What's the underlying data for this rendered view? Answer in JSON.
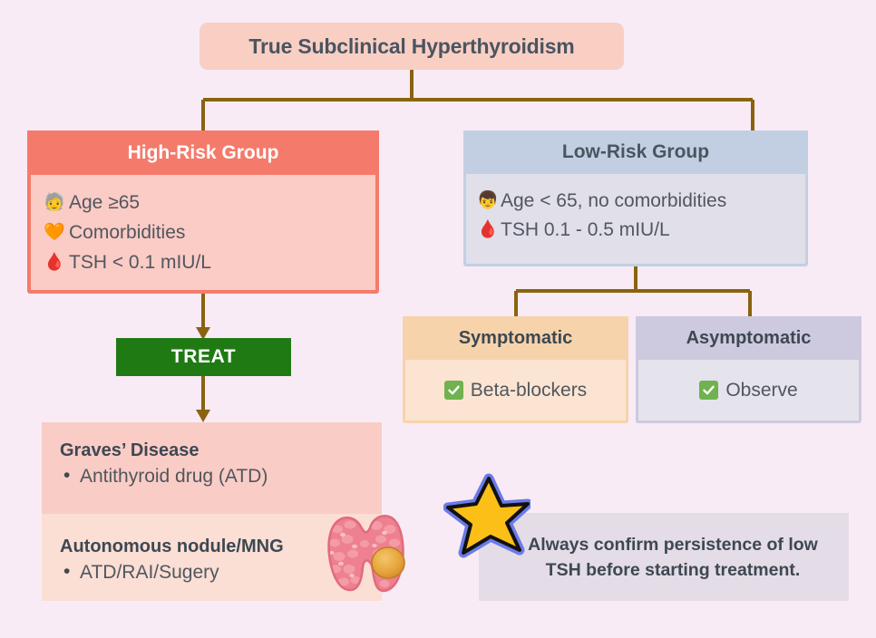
{
  "theme": {
    "background": "#F8EBF5",
    "connector": "#8A6310",
    "text_dark": "#3D4852",
    "text_body": "#50575E"
  },
  "root": {
    "title": "True Subclinical Hyperthyroidism",
    "fill": "#F9CFC4"
  },
  "high_risk": {
    "header": "High-Risk Group",
    "header_fill": "#F47B6B",
    "body_fill": "#FBCBC5",
    "items": [
      {
        "icon": "older-person-emoji",
        "glyph": "🧓",
        "text": "Age ≥65"
      },
      {
        "icon": "orange-heart-emoji",
        "glyph": "🧡",
        "text": "Comorbidities"
      },
      {
        "icon": "blood-drop-emoji",
        "glyph": "🩸",
        "text": "TSH < 0.1 mIU/L"
      }
    ]
  },
  "low_risk": {
    "header": "Low-Risk Group",
    "header_fill": "#C2CFE3",
    "body_fill": "#E1DFEA",
    "items": [
      {
        "icon": "person-emoji",
        "glyph": "👦",
        "text": "Age < 65, no comorbidities"
      },
      {
        "icon": "blood-drop-emoji",
        "glyph": "🩸",
        "text": "TSH 0.1 - 0.5 mIU/L"
      }
    ]
  },
  "treat": {
    "label": "TREAT",
    "fill": "#1F7A14"
  },
  "symptomatic": {
    "header": "Symptomatic",
    "header_fill": "#F7D3AB",
    "body_fill": "#FCE4D2",
    "action": "Beta-blockers",
    "check_color": "#6FB24F"
  },
  "asymptomatic": {
    "header": "Asymptomatic",
    "header_fill": "#CDC9DF",
    "body_fill": "#E5E3EC",
    "action": "Observe",
    "check_color": "#6FB24F"
  },
  "graves": {
    "title": "Graves’ Disease",
    "bullet": "Antithyroid drug (ATD)",
    "fill": "#FACCC6"
  },
  "autonomous": {
    "title": "Autonomous nodule/MNG",
    "bullet": "ATD/RAI/Sugery",
    "fill": "#FBDED4"
  },
  "note": {
    "line1": "Always confirm persistence of low",
    "line2": "TSH before starting treatment.",
    "fill": "#E4DCE6",
    "star_fill": "#FBBF17",
    "star_glow": "#6B7BE8"
  }
}
